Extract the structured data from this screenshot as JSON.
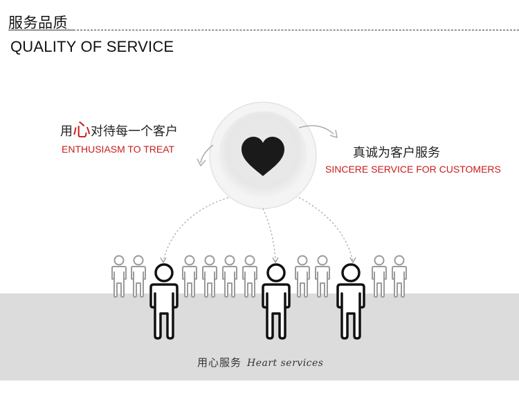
{
  "header": {
    "title_cn": "服务品质",
    "title_en": "QUALITY OF SERVICE"
  },
  "left_callout": {
    "prefix": "用",
    "accent": "心",
    "suffix": "对待每一个客户",
    "subtitle": "ENTHUSIASM TO TREAT"
  },
  "right_callout": {
    "title": "真诚为客户服务",
    "subtitle": "SINCERE SERVICE FOR CUSTOMERS"
  },
  "footer": {
    "cn": "用心服务",
    "en": "Heart services"
  },
  "colors": {
    "accent": "#c91b1b",
    "ground": "#dcdcdc",
    "heart": "#1a1a1a"
  },
  "icons": {
    "center": "heart-icon",
    "people": "person-icon"
  }
}
